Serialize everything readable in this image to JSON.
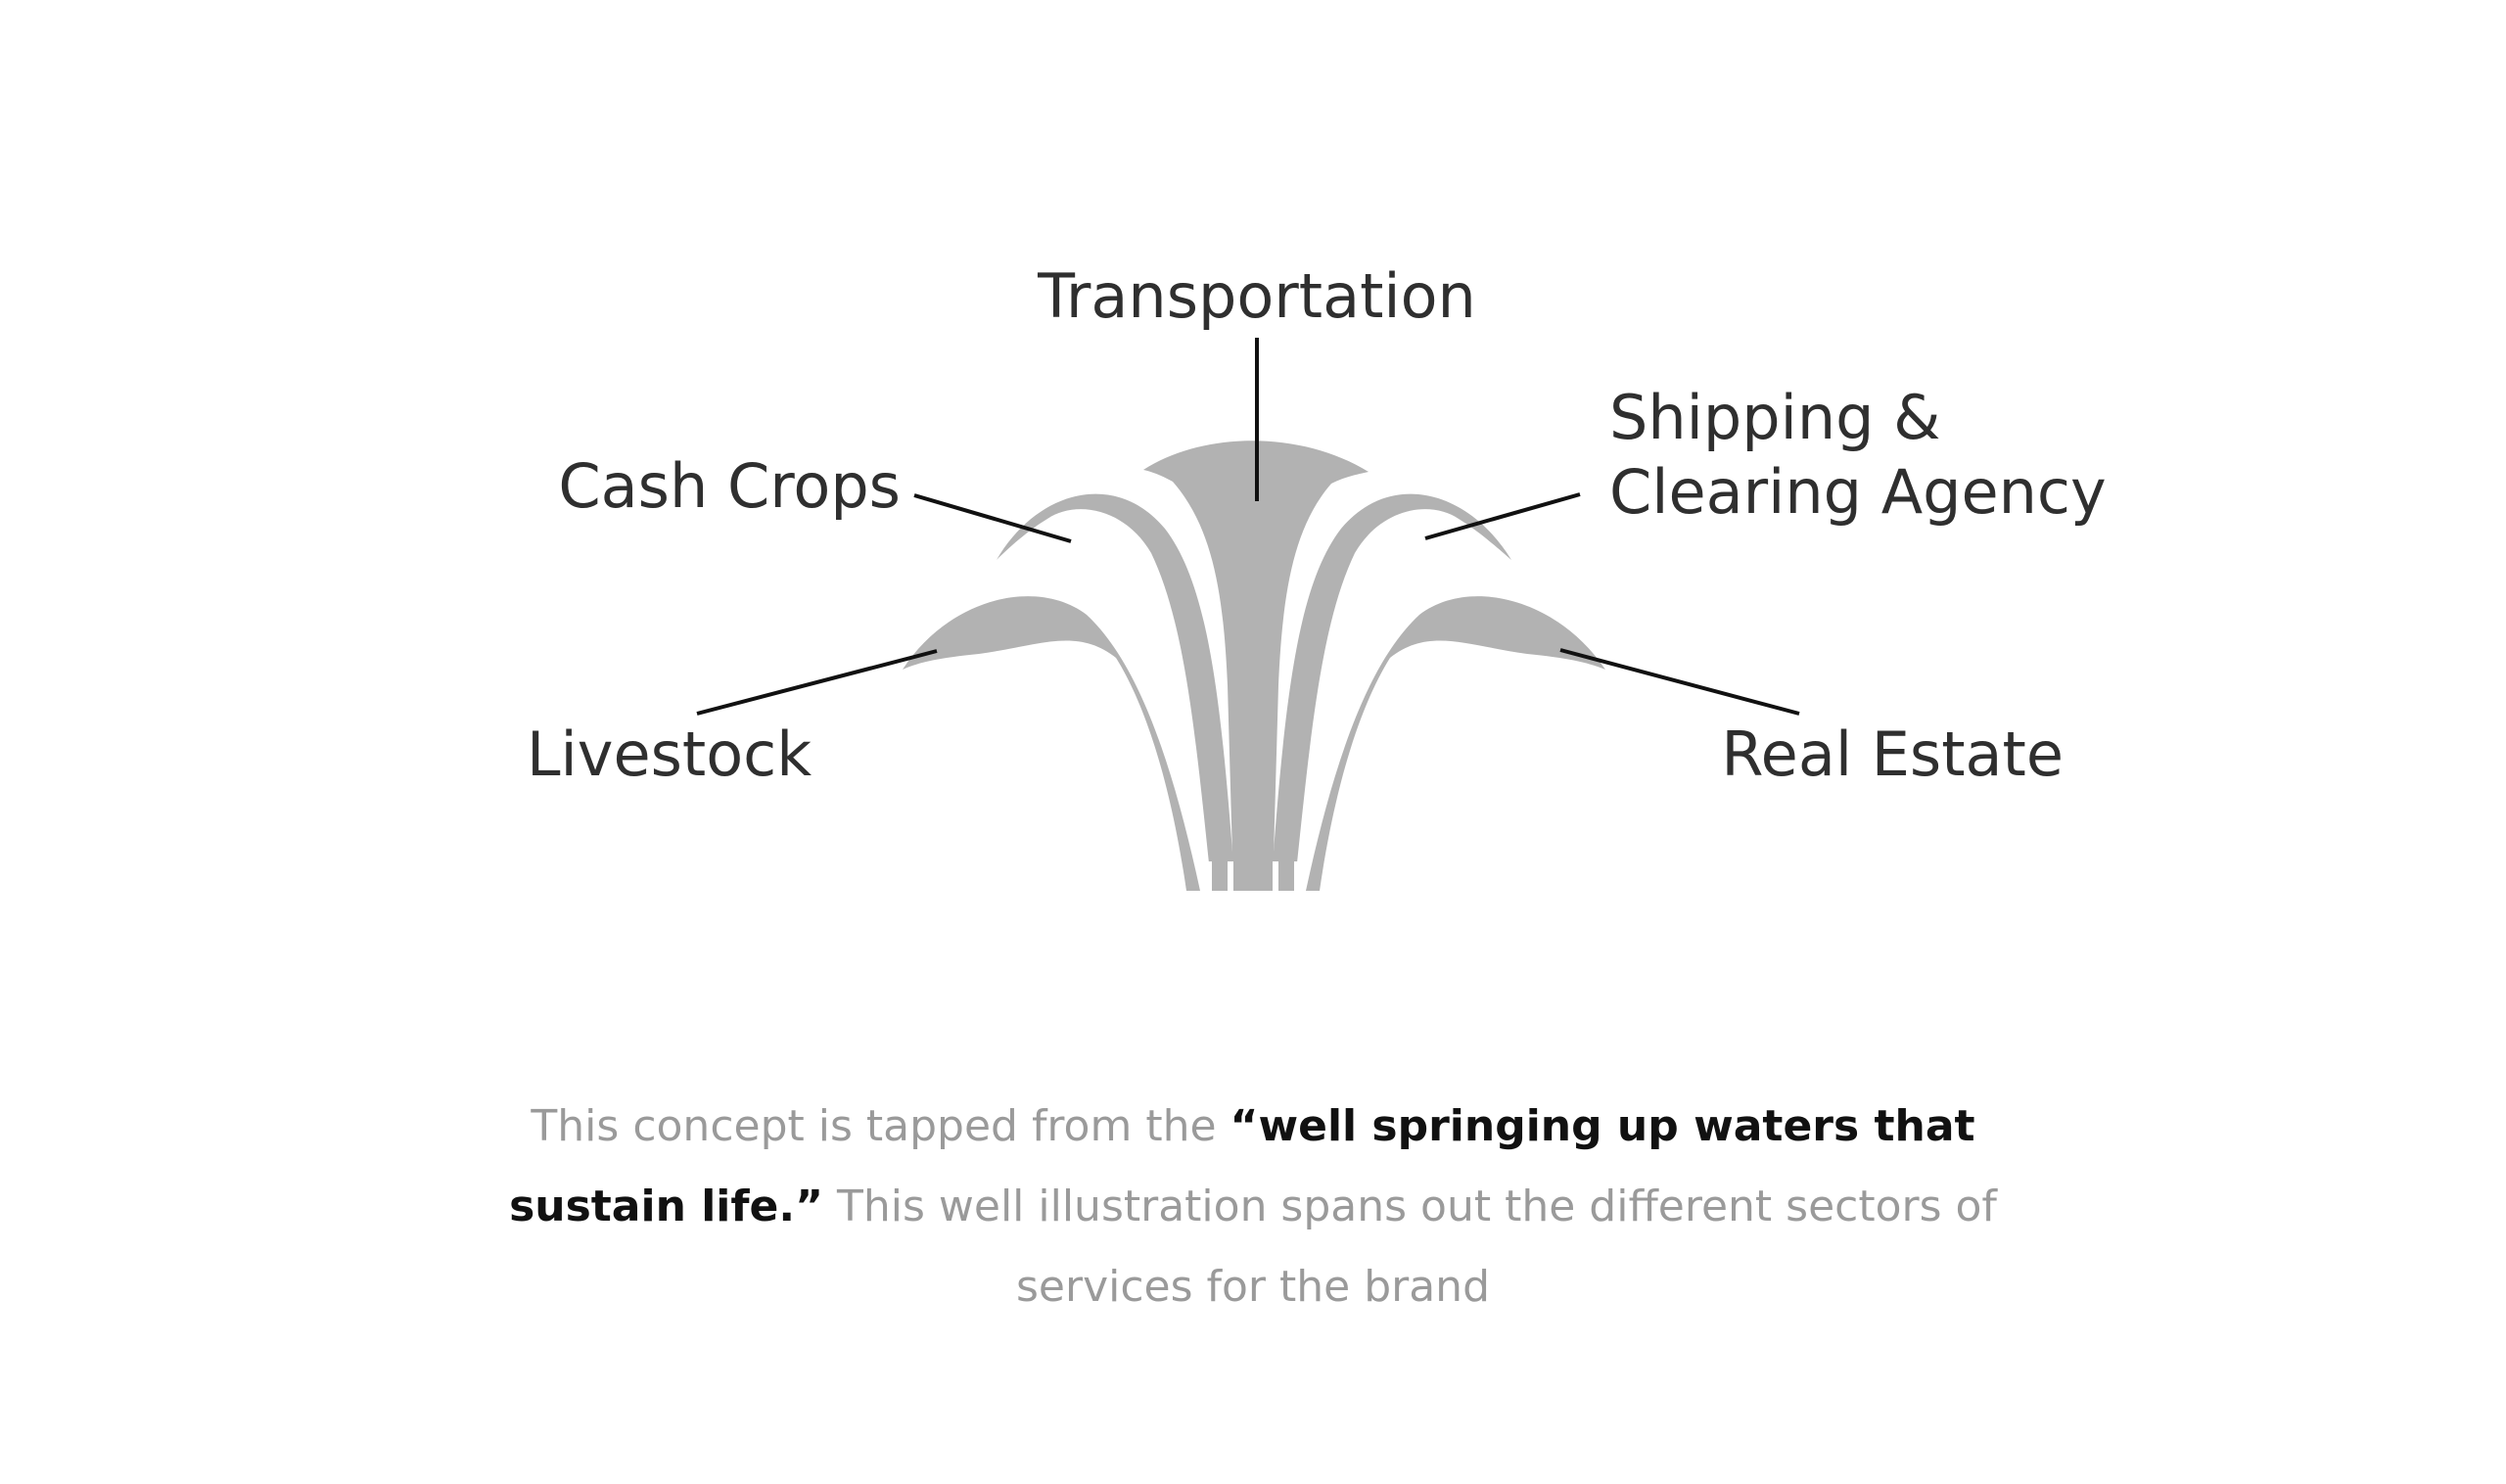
{
  "diagram": {
    "labels": {
      "transportation": "Transportation",
      "cash_crops": "Cash Crops",
      "shipping_line1": "Shipping &",
      "shipping_line2": "Clearing Agency",
      "livestock": "Livestock",
      "real_estate": "Real Estate"
    },
    "jet_color": "#b2b2b2",
    "line_color": "#111111",
    "label_color": "#2f2f2f"
  },
  "caption": {
    "intro": "This concept is tapped from the ",
    "quote_part1": "“well springing up waters that",
    "quote_part2": "sustain life.”",
    "rest_line2": " This well illustration spans out the different sectors of",
    "line3": "services for the brand"
  }
}
